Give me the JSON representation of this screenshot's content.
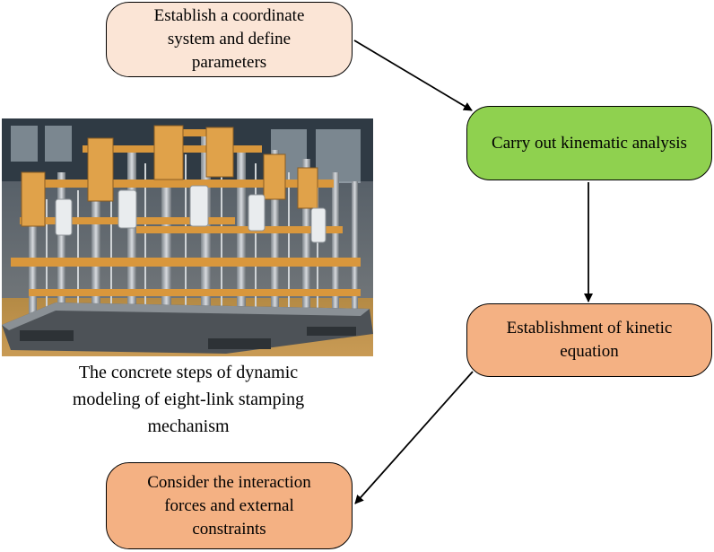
{
  "steps": [
    {
      "id": "n1",
      "lines": [
        "Establish a coordinate",
        "system and define",
        "parameters"
      ],
      "fill": "#fbe5d6"
    },
    {
      "id": "n2",
      "lines": [
        "Carry out kinematic analysis"
      ],
      "fill": "#8fd14f"
    },
    {
      "id": "n3",
      "lines": [
        "Establishment of kinetic",
        "equation"
      ],
      "fill": "#f4b183"
    },
    {
      "id": "n4",
      "lines": [
        "Consider the interaction",
        "forces and external",
        "constraints"
      ],
      "fill": "#f4b183"
    }
  ],
  "caption": {
    "lines": [
      "The concrete steps of dynamic",
      "modeling of eight-link stamping",
      "mechanism"
    ]
  },
  "image": {
    "subject": "stamping mechanism machine photo",
    "accent": "#d9973c"
  },
  "edges": [
    {
      "from": "n1",
      "to": "n2"
    },
    {
      "from": "n2",
      "to": "n3"
    },
    {
      "from": "n3",
      "to": "n4"
    }
  ]
}
